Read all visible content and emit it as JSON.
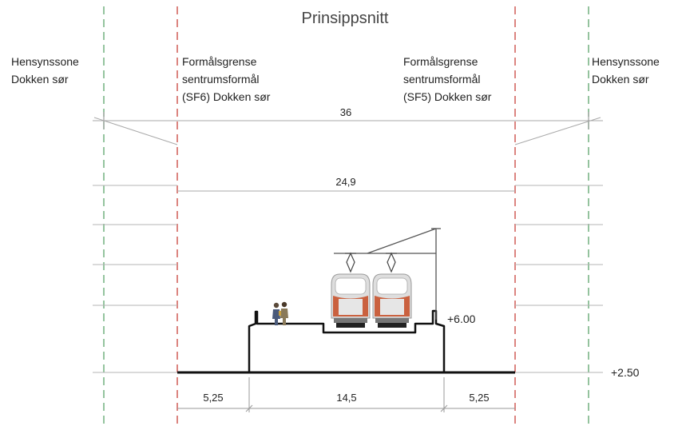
{
  "title": "Prinsippsnitt",
  "labels": {
    "left_zone": [
      "Hensynssone",
      "Dokken sør"
    ],
    "left_boundary": [
      "Formålsgrense",
      "sentrumsformål",
      "(SF6) Dokken sør"
    ],
    "right_boundary": [
      "Formålsgrense",
      "sentrumsformål",
      "(SF5) Dokken sør"
    ],
    "right_zone": [
      "Hensynssone",
      "Dokken sør"
    ]
  },
  "dimensions": {
    "total": "36",
    "inner": "24,9",
    "left_setback": "5,25",
    "center": "14,5",
    "right_setback": "5,25"
  },
  "levels": {
    "deck": "+6.00",
    "ground": "+2.50"
  },
  "colors": {
    "zone_line": "#5aa36a",
    "boundary_line": "#c8433c",
    "train_body": "#d9d9d9",
    "train_accent": "#c8532e"
  }
}
